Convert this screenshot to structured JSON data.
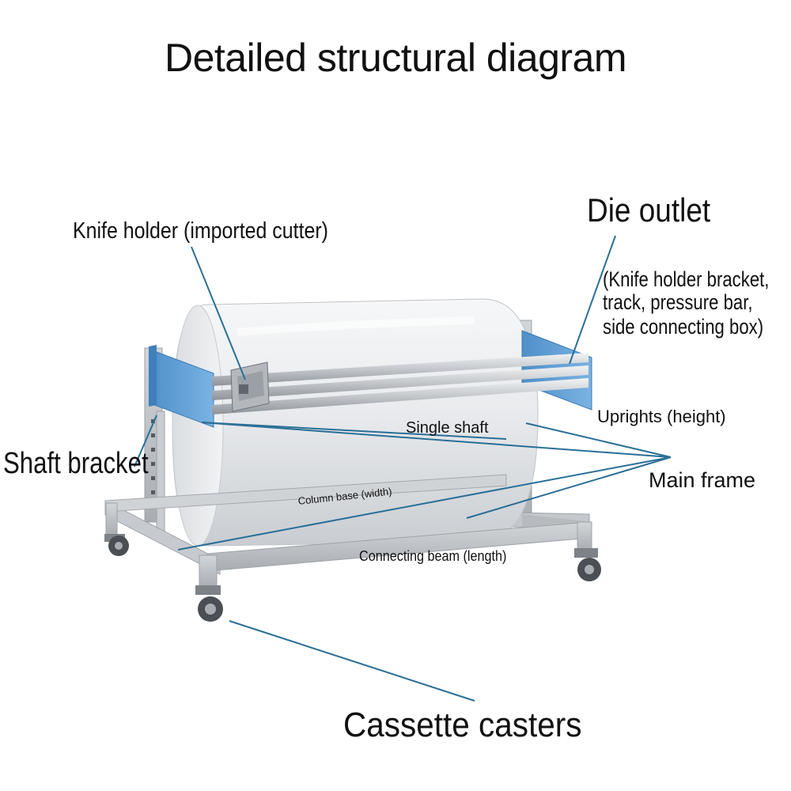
{
  "title": "Detailed structural diagram",
  "labels": {
    "knife_holder": "Knife holder (imported cutter)",
    "die_outlet": "Die outlet",
    "die_outlet_detail": [
      "(Knife holder bracket,",
      "track, pressure bar,",
      "side connecting box)"
    ],
    "uprights": "Uprights (height)",
    "single_shaft": "Single shaft",
    "shaft_bracket": "Shaft bracket",
    "main_frame": "Main frame",
    "column_base": "Column base (width)",
    "connecting_beam": "Connecting beam (length)",
    "cassette_casters": "Cassette casters"
  },
  "colors": {
    "leader_line": "#2a6f97",
    "bracket_blue": "#5b9bd5",
    "frame_gray": "#b9bcc0",
    "roll_white": "#eceef0"
  }
}
